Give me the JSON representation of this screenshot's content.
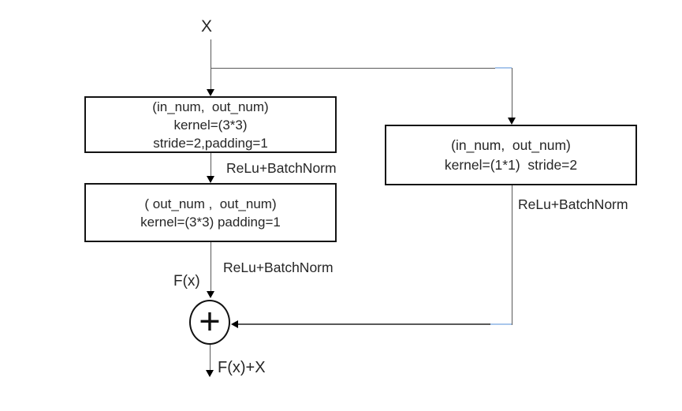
{
  "diagram": {
    "input_label": "X",
    "fx_label": "F(x)",
    "output_label": "F(x)+X",
    "sum_symbol": "+",
    "boxes": {
      "conv1": {
        "lines": [
          "(in_num,  out_num)",
          "kernel=(3*3)",
          "stride=2,padding=1"
        ]
      },
      "conv2": {
        "lines": [
          "( out_num ,  out_num)",
          "kernel=(3*3) padding=1"
        ]
      },
      "shortcut": {
        "lines": [
          "(in_num,  out_num)",
          "kernel=(1*1)  stride=2"
        ]
      }
    },
    "edge_labels": {
      "after_conv1": "ReLu+BatchNorm",
      "after_conv2": "ReLu+BatchNorm",
      "after_shortcut": "ReLu+BatchNorm"
    },
    "colors": {
      "connector": "#595959",
      "box_border": "#141414",
      "text": "#262626",
      "corner_artifact": "#a9c7ec"
    }
  }
}
